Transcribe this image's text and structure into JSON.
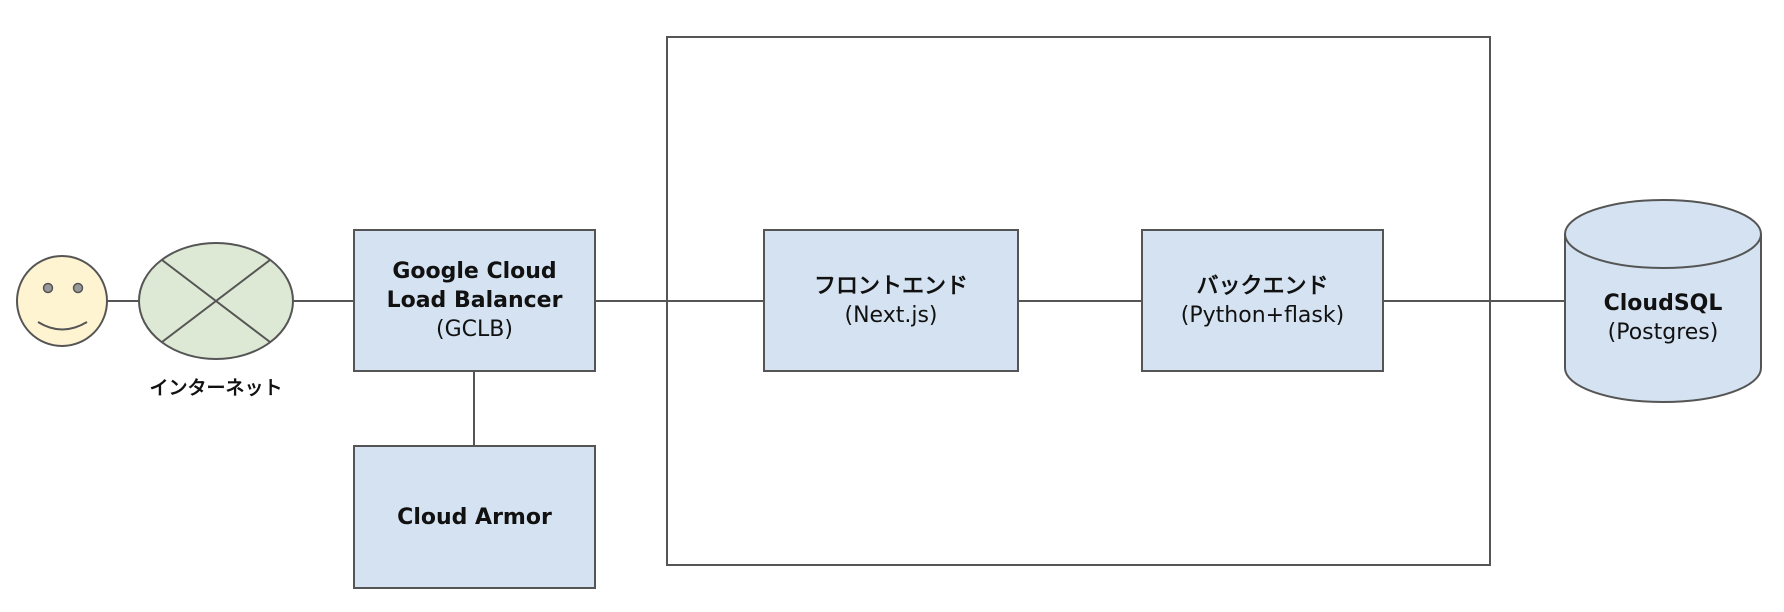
{
  "diagram": {
    "internet": {
      "caption": "インターネット"
    },
    "gclb": {
      "line1": "Google Cloud",
      "line2": "Load Balancer",
      "line3": "(GCLB)"
    },
    "cloud_armor": {
      "title": "Cloud Armor"
    },
    "frontend": {
      "title": "フロントエンド",
      "subtitle": "(Next.js)"
    },
    "backend": {
      "title": "バックエンド",
      "subtitle": "(Python+flask)"
    },
    "cloudsql": {
      "title": "CloudSQL",
      "subtitle": "(Postgres)"
    }
  },
  "colors": {
    "box_fill": "#d4e2f1",
    "user_fill": "#fff4d2",
    "internet_fill": "#dde9d4",
    "stroke": "#555555"
  }
}
